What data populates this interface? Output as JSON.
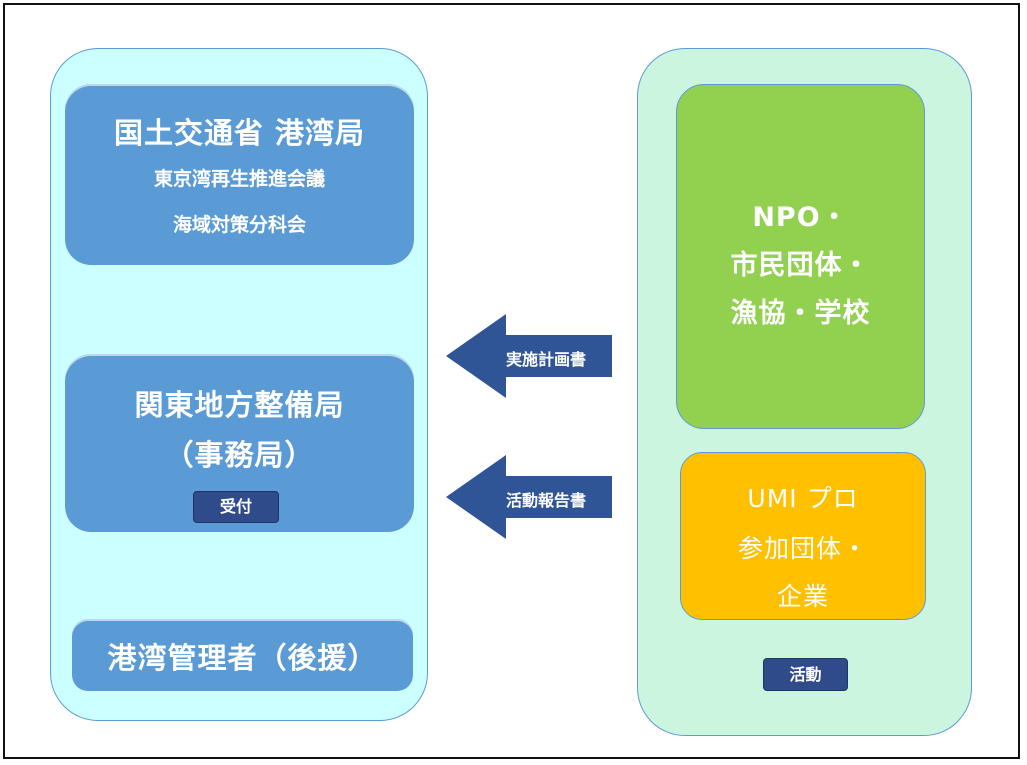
{
  "left": {
    "box1": {
      "title": "国土交通省  港湾局",
      "line2": "東京湾再生推進会議",
      "line3": "海域対策分科会"
    },
    "box2": {
      "title": "関東地方整備局",
      "subtitle": "（事務局）",
      "badge": "受付"
    },
    "box3": {
      "title": "港湾管理者（後援）"
    }
  },
  "arrows": [
    {
      "label": "実施計画書"
    },
    {
      "label": "活動報告書"
    }
  ],
  "right": {
    "green": {
      "line1": "NPO・",
      "line2": "市民団体・",
      "line3": "漁協・学校"
    },
    "orange": {
      "line1": "UMI プロ",
      "line2": "参加団体・",
      "line3": "企業"
    },
    "badge": "活動"
  },
  "colors": {
    "left_panel": "#ccffff",
    "right_panel": "#ccf5e0",
    "blue_box": "#5b9bd5",
    "badge": "#2f4b8a",
    "arrow": "#2f5597",
    "green_box": "#92d050",
    "orange_box": "#ffc000"
  }
}
